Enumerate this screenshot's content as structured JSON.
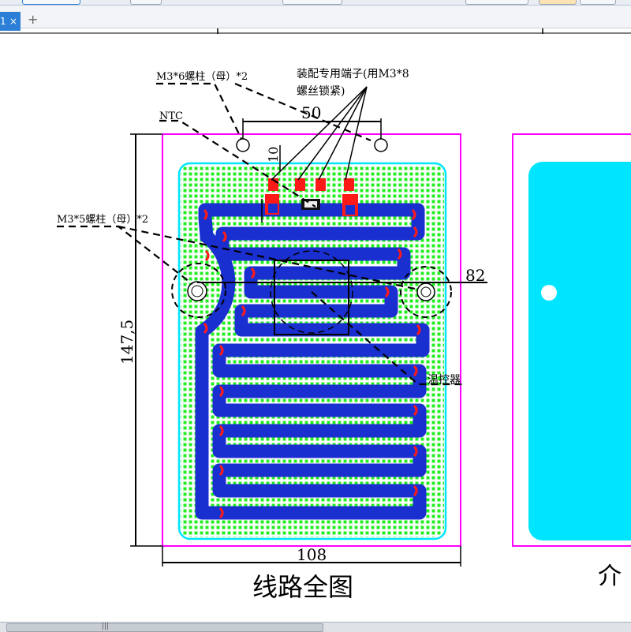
{
  "window": {
    "tab_label": "1",
    "tab_close": "×",
    "new_tab": "+"
  },
  "statusbar": {
    "grip": "|||"
  },
  "drawing": {
    "board_caption": "线路全图",
    "right_caption_partial": "介",
    "callouts": {
      "m3x6": "M3*6螺柱（母）*2",
      "terminal_line1": "装配专用端子(用M3*8",
      "terminal_line2": "螺丝锁紧)",
      "ntc": "NTC",
      "m3x5": "M3*5螺柱（母）*2",
      "thermostat": "温控器"
    },
    "dimensions": {
      "top_spacing": "50",
      "small": "10",
      "height": "147,5",
      "width": "108",
      "right": "82"
    },
    "colors": {
      "board_outline": "#ff00ff",
      "board_fill": "#22ee22",
      "grid": "#ffffff",
      "trace": "#1a2fd0",
      "pad": "#ff1a1a",
      "edge": "#00e5ff"
    }
  }
}
